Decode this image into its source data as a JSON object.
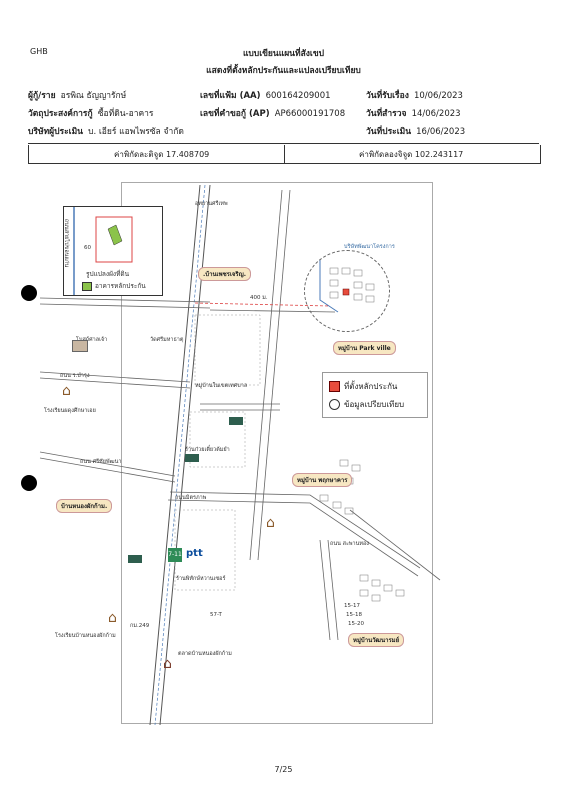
{
  "header": {
    "brand": "GHB",
    "title_line1": "แบบเขียนแผนที่สังเขป",
    "title_line2": "แสดงที่ตั้งหลักประกันและแปลงเปรียบเทียบ"
  },
  "info": {
    "applicant_label": "ผู้กู้/ราย",
    "applicant_value": "อรพิณ ธัญญารักษ์",
    "purpose_label": "วัตถุประสงค์การกู้",
    "purpose_value": "ซื้อที่ดิน-อาคาร",
    "appraiser_label": "บริษัทผู้ประเมิน",
    "appraiser_value": "บ. เอียร์ แอพไพรซัล จำกัด",
    "aa_label": "เลขที่แฟ้ม (AA)",
    "aa_value": "600164209001",
    "ap_label": "เลขที่คำขอกู้ (AP)",
    "ap_value": "AP66000191708",
    "received_label": "วันที่รับเรื่อง",
    "received_value": "10/06/2023",
    "survey_label": "วันที่สำรวจ",
    "survey_value": "14/06/2023",
    "appraise_label": "วันที่ประเมิน",
    "appraise_value": "16/06/2023"
  },
  "coordinates": {
    "lat_label": "ค่าพิกัดละติจูด",
    "lat_value": "17.408709",
    "lon_label": "ค่าพิกัดลองจิจูด",
    "lon_value": "102.243117"
  },
  "map": {
    "village_phetcharoen": ".บ้านเพชรเจริญ.",
    "village_nongphakkam": "บ้านหนองผักก้าม.",
    "village_park": "หมู่บ้าน Park ville",
    "village_pruksa": "หมู่บ้าน พฤกษาคาร",
    "village_chonnaphat": "หมู่บ้านวัฒนารมย์",
    "distance": "400 ม.",
    "inset_area": "60",
    "inset_road": "ถนนสายไปขอนแก่น",
    "inset_legend_plan": "รูปแปลงผังที่ดิน",
    "inset_legend_building": "อาคารหลักประกัน",
    "school1": "โรงเรียนผดุงศึกษาเอย",
    "school2": "โรงเรียนบ้านหนองผักก้าม",
    "temple": "ตลาดบ้านหนองผักก้าม",
    "store_7": "7-11",
    "store_tt": "ptt",
    "gas": "ร้านพิทักษ์หวานเซอร์",
    "km": "กม.249",
    "road_main": "ถนนมิตรภาพ",
    "road_side1": "ถนน ร.บำรุง",
    "road_side2": "ถนน ศรีชัยพัฒนา",
    "road_side3": "ถนน สะพานทอง",
    "place_a": "โบสถ์ศาลเจ้า",
    "place_b": "วัดศรีมหาธาตุ",
    "place_c": "ตลาดบ้านหนองผักก้าม",
    "place_d": "ร้านก๋วยเตี๋ยวต้มยำ",
    "place_e": "หมู่บ้านในเขตเทศบาล",
    "place_f": "อุทยานศรีเทพ",
    "legend_collateral": "ที่ตั้งหลักประกัน",
    "legend_compare": "ข้อมูลเปรียบเทียบ",
    "project_label": "บริษัทพัฒนาโครงการ",
    "s1": "15-17",
    "s2": "15-18",
    "s3": "15-20",
    "s4": "57-T"
  },
  "footer": {
    "page": "7/25"
  }
}
